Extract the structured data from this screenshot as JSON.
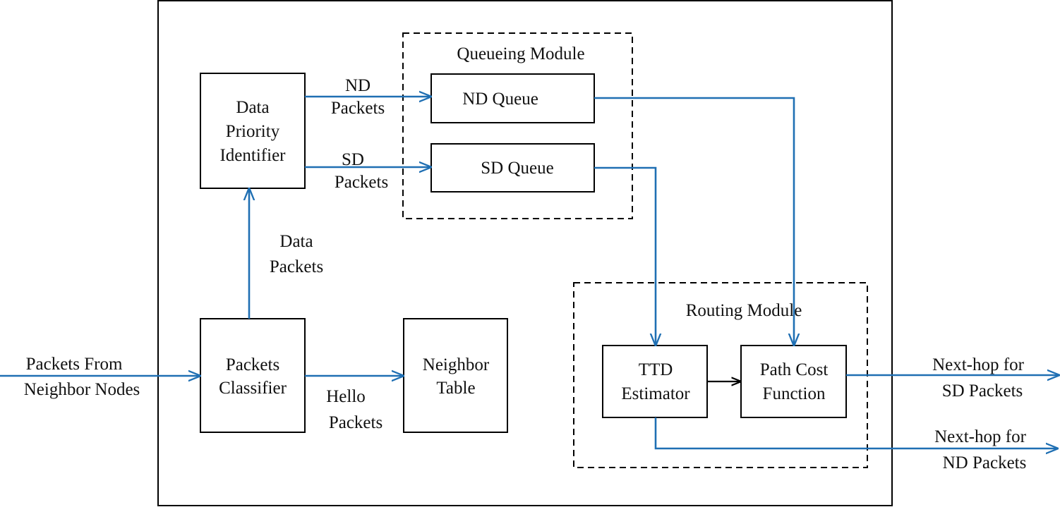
{
  "colors": {
    "flow_arrow": "#1f6fb3",
    "internal_arrow": "#000000",
    "box_stroke": "#000000",
    "background": "#ffffff"
  },
  "modules": {
    "queueing": "Queueing Module",
    "routing": "Routing Module"
  },
  "boxes": {
    "data_priority_identifier": [
      "Data",
      "Priority",
      "Identifier"
    ],
    "nd_queue": "ND Queue",
    "sd_queue": "SD Queue",
    "packets_classifier": [
      "Packets",
      "Classifier"
    ],
    "neighbor_table": [
      "Neighbor",
      "Table"
    ],
    "ttd_estimator": [
      "TTD",
      "Estimator"
    ],
    "path_cost_function": [
      "Path Cost",
      "Function"
    ]
  },
  "flow_labels": {
    "input": [
      "Packets From",
      "Neighbor Nodes"
    ],
    "nd_packets": [
      "ND",
      "Packets"
    ],
    "sd_packets": [
      "SD",
      "Packets"
    ],
    "data_packets": [
      "Data",
      "Packets"
    ],
    "hello_packets": [
      "Hello",
      "Packets"
    ],
    "output_sd": [
      "Next-hop for",
      "SD Packets"
    ],
    "output_nd": [
      "Next-hop for",
      "ND Packets"
    ]
  }
}
